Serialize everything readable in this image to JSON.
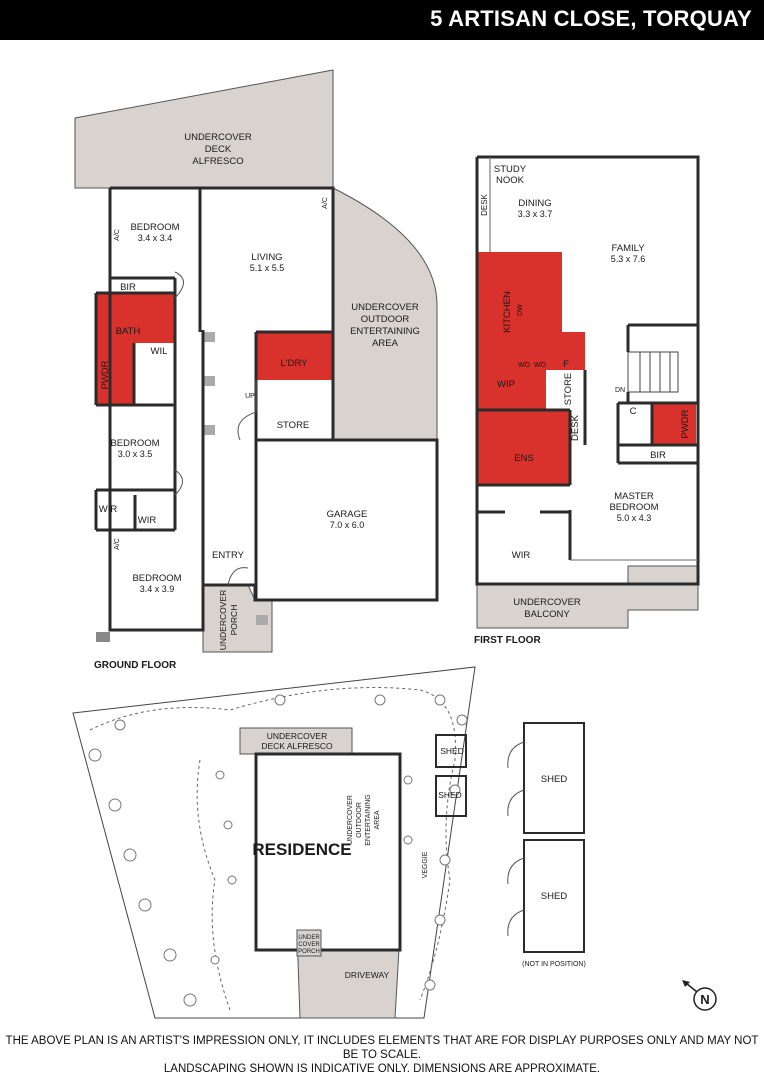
{
  "header": {
    "title": "5 ARTISAN CLOSE, TORQUAY"
  },
  "ground_floor": {
    "label": "GROUND FLOOR",
    "rooms": {
      "deck": [
        "UNDERCOVER",
        "DECK",
        "ALFRESCO"
      ],
      "bedroom1": {
        "name": "BEDROOM",
        "dims": "3.4 x 3.4"
      },
      "living": {
        "name": "LIVING",
        "dims": "5.1 x 5.5"
      },
      "bir": "BIR",
      "bath": "BATH",
      "wil": "WIL",
      "pwdr": "PWDR",
      "ldry": "L'DRY",
      "up": "UP",
      "store": "STORE",
      "outdoor": [
        "UNDERCOVER",
        "OUTDOOR",
        "ENTERTAINING",
        "AREA"
      ],
      "bedroom2": {
        "name": "BEDROOM",
        "dims": "3.0 x 3.5"
      },
      "wir1": "WIR",
      "wir2": "WIR",
      "garage": {
        "name": "GARAGE",
        "dims": "7.0 x 6.0"
      },
      "entry": "ENTRY",
      "bedroom3": {
        "name": "BEDROOM",
        "dims": "3.4 x 3.9"
      },
      "porch": [
        "UNDERCOVER",
        "PORCH"
      ],
      "ac": "A/C"
    }
  },
  "first_floor": {
    "label": "FIRST FLOOR",
    "rooms": {
      "study": [
        "STUDY",
        "NOOK"
      ],
      "desk": "DESK",
      "dining": {
        "name": "DINING",
        "dims": "3.3 x 3.7"
      },
      "family": {
        "name": "FAMILY",
        "dims": "5.3 x 7.6"
      },
      "kitchen": "KITCHEN",
      "dw": "DW",
      "wo1": "WO",
      "wo2": "WO",
      "f": "F",
      "wip": "WIP",
      "store": "STORE",
      "dn": "DN",
      "c": "C",
      "pwdr": "PWDR",
      "desk2": "DESK",
      "ens": "ENS",
      "bir": "BIR",
      "master": {
        "name": "MASTER",
        "name2": "BEDROOM",
        "dims": "5.0 x 4.3"
      },
      "wir": "WIR",
      "balcony": [
        "UNDERCOVER",
        "BALCONY"
      ]
    }
  },
  "site_plan": {
    "deck": [
      "UNDERCOVER",
      "DECK ALFRESCO"
    ],
    "shed_small_1": "SHED",
    "shed_small_2": "SHED",
    "residence": "RESIDENCE",
    "outdoor": [
      "UNDERCOVER",
      "OUTDOOR",
      "ENTERTAINING",
      "AREA"
    ],
    "veggie": "VEGGIE",
    "porch": [
      "UNDER",
      "COVER",
      "PORCH"
    ],
    "driveway": "DRIVEWAY",
    "shed_large_1": "SHED",
    "shed_large_2": "SHED",
    "not_in_position": "(NOT IN POSITION)"
  },
  "compass": {
    "letter": "N"
  },
  "footer": {
    "line1": "THE ABOVE PLAN IS AN ARTIST'S IMPRESSION ONLY, IT INCLUDES ELEMENTS THAT ARE FOR DISPLAY PURPOSES ONLY AND MAY NOT BE TO SCALE.",
    "line2": "LANDSCAPING SHOWN IS INDICATIVE ONLY. DIMENSIONS ARE APPROXIMATE."
  },
  "colors": {
    "wet_area": "#d9312c",
    "outdoor": "#d8d3cf",
    "wall": "#2b2b2b",
    "header": "#000000"
  }
}
